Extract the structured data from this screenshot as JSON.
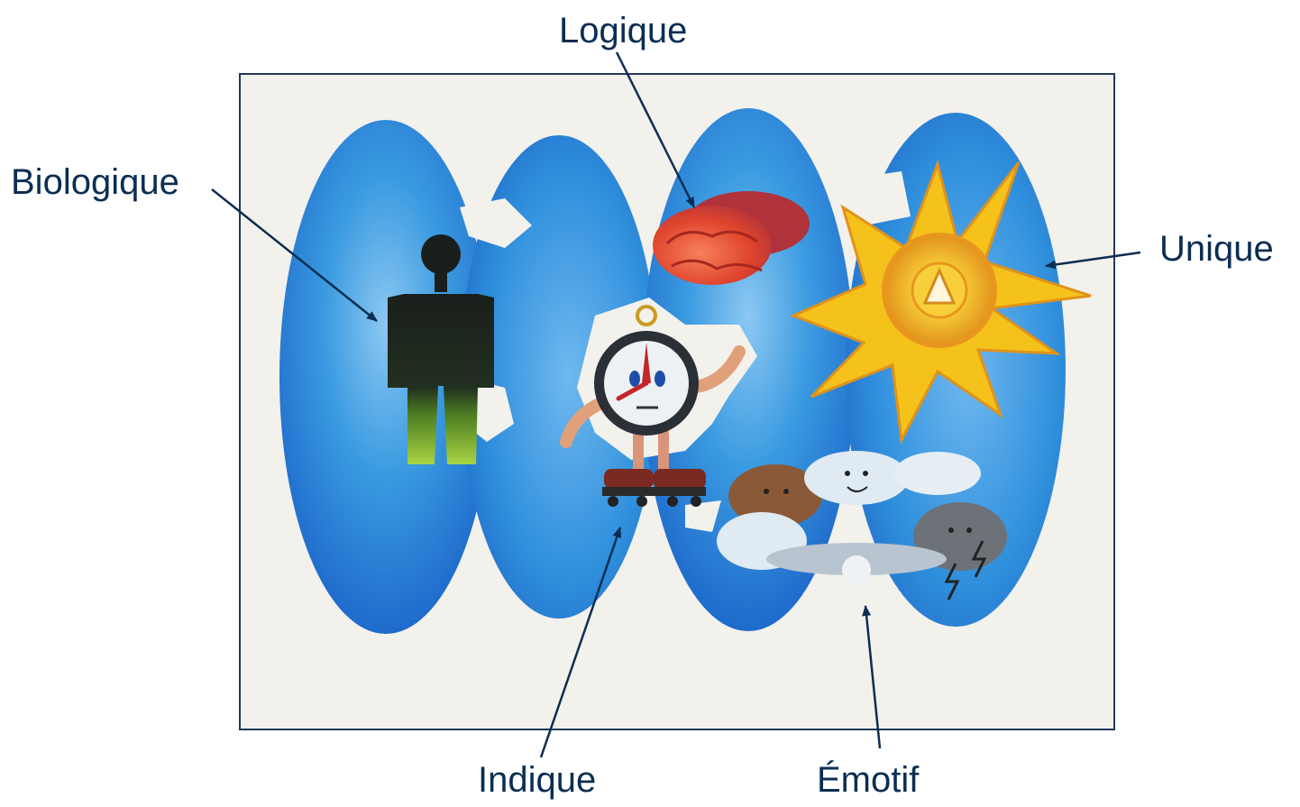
{
  "labels": {
    "logique": "Logique",
    "biologique": "Biologique",
    "unique": "Unique",
    "indique": "Indique",
    "emotif": "Émotif"
  },
  "colors": {
    "frame": "#1f3a5a",
    "label_text": "#0b2e52",
    "arrow": "#0b2e52",
    "paper": "#f3f1ec",
    "water_blue": "#2e8fdc",
    "water_blue_deep": "#1b5fc4",
    "figure_dark": "#1d2a1c",
    "figure_green": "#8fc43a",
    "brain_red": "#e0452e",
    "brain_dark": "#b0323a",
    "sun_yellow": "#f4c21a",
    "sun_orange": "#e79a1c",
    "cloud_brown": "#8a5a38",
    "cloud_grey": "#6d7178",
    "cloud_white": "#dfeaf3"
  },
  "illustration": {
    "figures": [
      "human-figure",
      "brain",
      "compass-character",
      "sun",
      "emotion-clouds"
    ]
  }
}
